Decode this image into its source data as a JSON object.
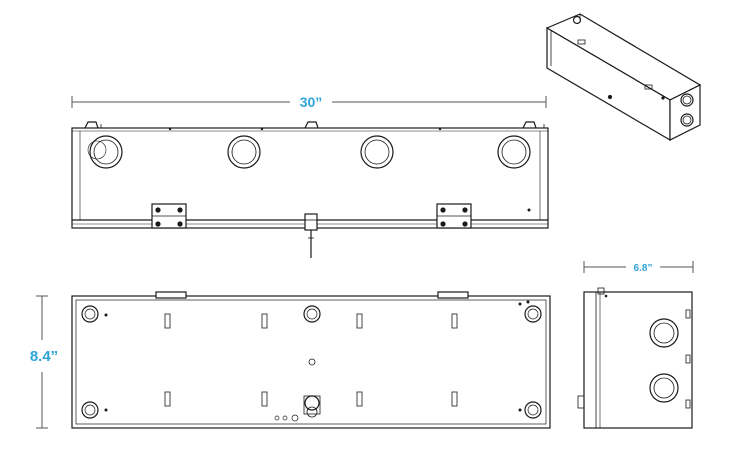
{
  "dimensions": {
    "width": "30”",
    "height": "8.4”",
    "depth": "6.8”"
  },
  "colors": {
    "dimension_text": "#2ea3d8",
    "line": "#1a1a1a",
    "dimension_line": "#555555"
  }
}
